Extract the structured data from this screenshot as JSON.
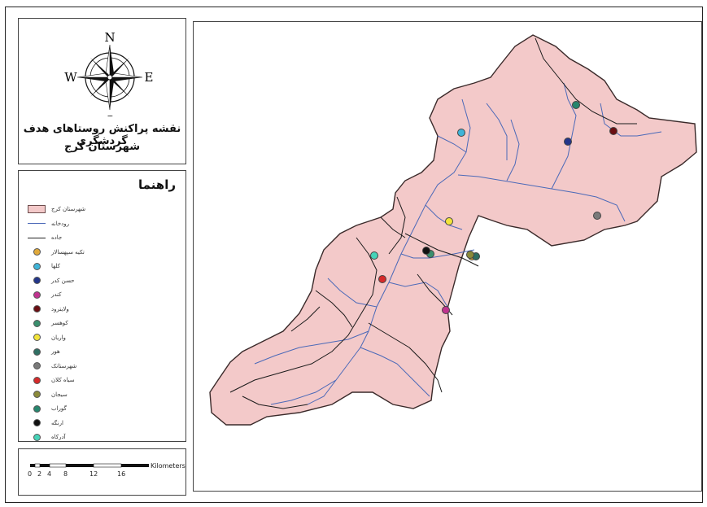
{
  "title": {
    "line1": "نقشه پراکنش روستاهای هدف گردشگری",
    "line2": "شهرستان کرج"
  },
  "compass": {
    "n": "N",
    "s": "S",
    "e": "E",
    "w": "W"
  },
  "legend": {
    "heading": "راهنما",
    "base_items": [
      {
        "kind": "area",
        "label": "شهرستان کرج"
      },
      {
        "kind": "river",
        "label": "رودخانه"
      },
      {
        "kind": "road",
        "label": "جاده"
      }
    ],
    "villages": [
      {
        "label": "تکیه سپهسالار",
        "color": "#e0a93a"
      },
      {
        "label": "کلها",
        "color": "#3fb4d8"
      },
      {
        "label": "حسن کدر",
        "color": "#23368a"
      },
      {
        "label": "کندر",
        "color": "#c0338f"
      },
      {
        "label": "ولایترود",
        "color": "#6a0e12"
      },
      {
        "label": "کوهسر",
        "color": "#3a8f6e"
      },
      {
        "label": "واریان",
        "color": "#f2e43a"
      },
      {
        "label": "هور",
        "color": "#2f6f63"
      },
      {
        "label": "شهرستانک",
        "color": "#7a7a7a"
      },
      {
        "label": "سیاه کلان",
        "color": "#d62a2a"
      },
      {
        "label": "سیجان",
        "color": "#8b8a3a"
      },
      {
        "label": "گوراب",
        "color": "#26866e"
      },
      {
        "label": "ارنگه",
        "color": "#111111"
      },
      {
        "label": "آدرکاه",
        "color": "#46d3b8"
      }
    ]
  },
  "scale": {
    "unit": "Kilometers",
    "ticks": [
      "0",
      "2",
      "4",
      "8",
      "12",
      "16"
    ]
  },
  "colors": {
    "area_fill": "#f3c9c9",
    "area_stroke": "#3a2a2a",
    "river": "#4b69b8",
    "road": "#1a1a1a"
  }
}
